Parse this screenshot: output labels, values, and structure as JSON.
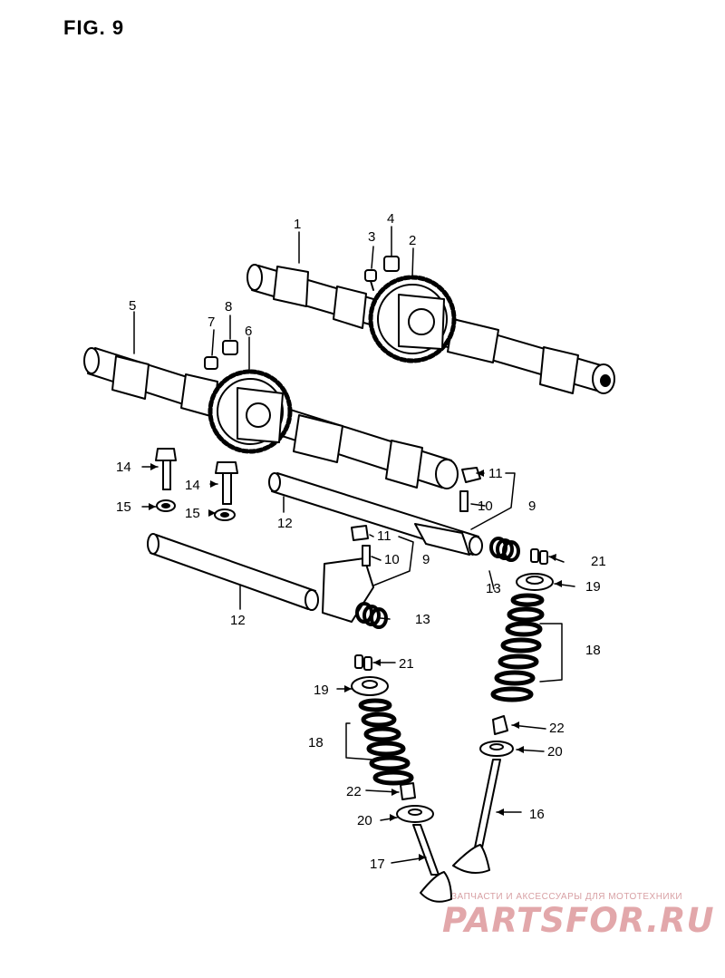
{
  "figure": {
    "title": "FIG. 9"
  },
  "callouts": {
    "c1": "1",
    "c2": "2",
    "c3": "3",
    "c4": "4",
    "c5": "5",
    "c6": "6",
    "c7": "7",
    "c8": "8",
    "c9a": "9",
    "c9b": "9",
    "c10a": "10",
    "c10b": "10",
    "c11a": "11",
    "c11b": "11",
    "c12a": "12",
    "c12b": "12",
    "c13a": "13",
    "c13b": "13",
    "c14a": "14",
    "c14b": "14",
    "c15a": "15",
    "c15b": "15",
    "c16": "16",
    "c17": "17",
    "c18a": "18",
    "c18b": "18",
    "c19a": "19",
    "c19b": "19",
    "c20a": "20",
    "c20b": "20",
    "c21a": "21",
    "c21b": "21",
    "c22a": "22",
    "c22b": "22"
  },
  "watermark": {
    "subtitle": "ЗАПЧАСТИ И АКСЕССУАРЫ ДЛЯ МОТОТЕХНИКИ",
    "brand": "PARTSFOR.RU"
  }
}
